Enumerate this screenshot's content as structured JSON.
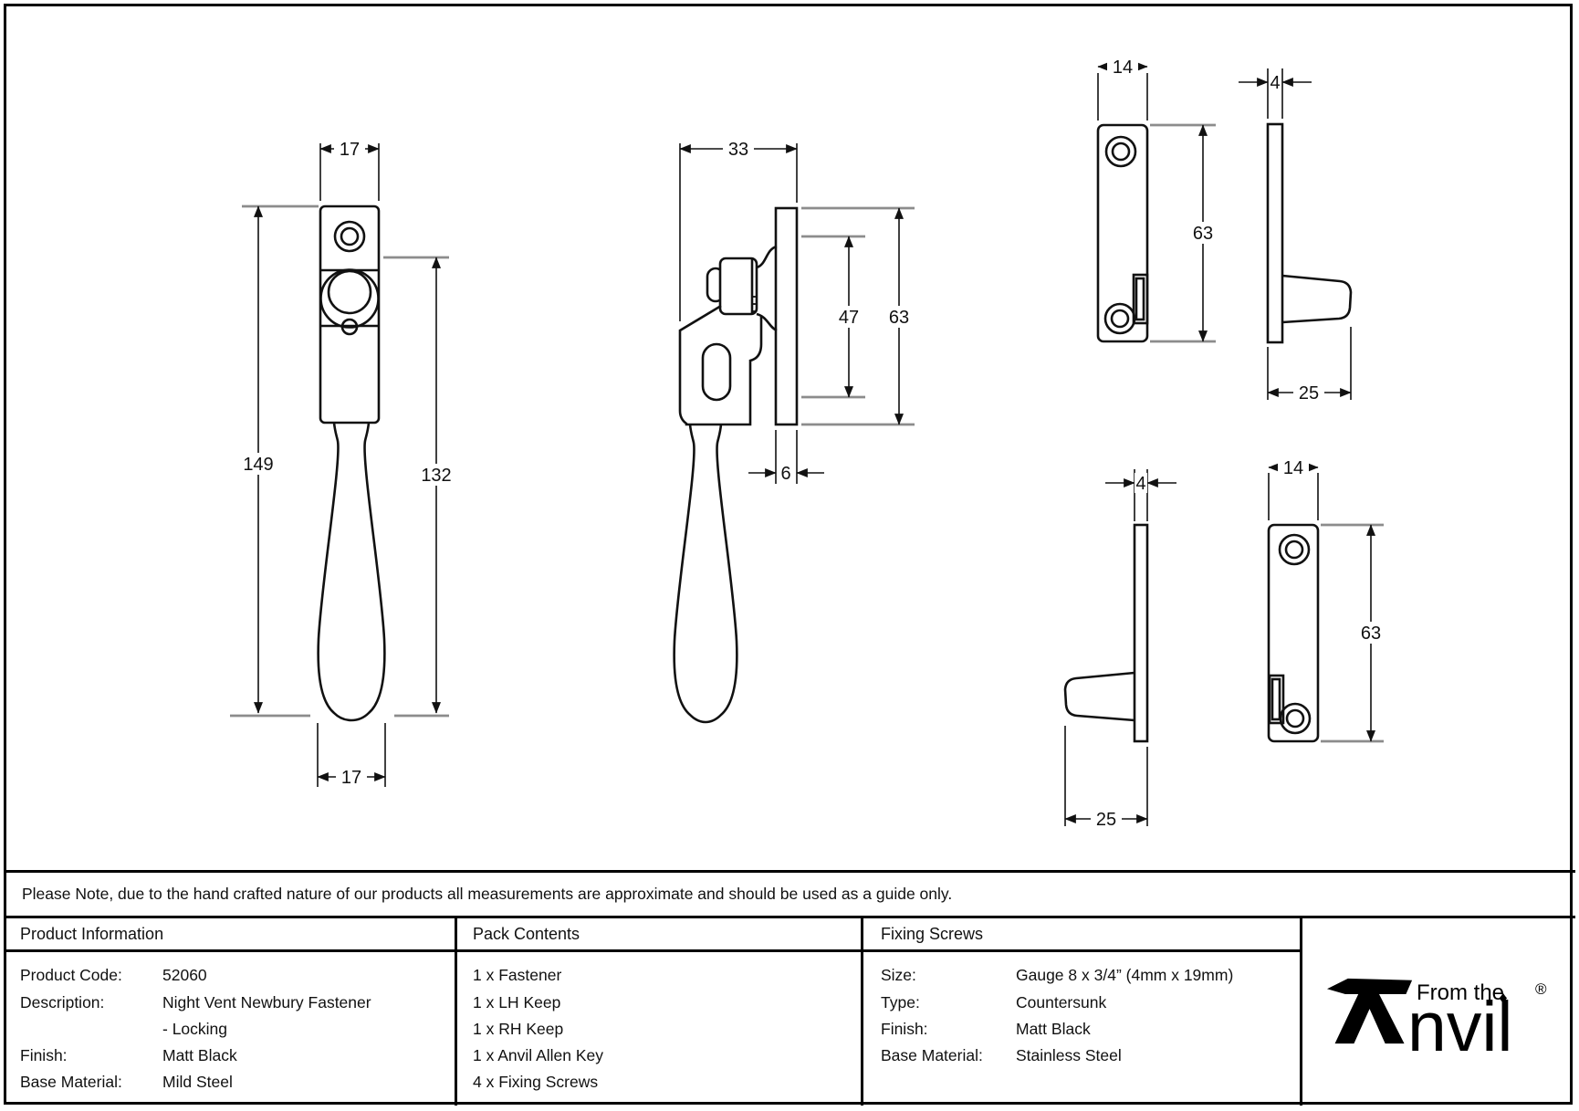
{
  "note": "Please Note, due to the hand crafted nature of our products all measurements are approximate and should be used as a guide only.",
  "table": {
    "product_information": {
      "header": "Product Information",
      "rows": [
        {
          "label": "Product Code:",
          "value": "52060"
        },
        {
          "label": "Description:",
          "value": "Night Vent Newbury Fastener"
        },
        {
          "label": "",
          "value": "- Locking"
        },
        {
          "label": "Finish:",
          "value": "Matt Black"
        },
        {
          "label": "Base Material:",
          "value": "Mild Steel"
        }
      ]
    },
    "pack_contents": {
      "header": "Pack Contents",
      "items": [
        "1 x Fastener",
        "1 x LH Keep",
        "1 x RH Keep",
        "1 x Anvil Allen Key",
        "4 x Fixing Screws"
      ]
    },
    "fixing_screws": {
      "header": "Fixing Screws",
      "rows": [
        {
          "label": "Size:",
          "value": "Gauge 8 x 3/4” (4mm x 19mm)"
        },
        {
          "label": "Type:",
          "value": "Countersunk"
        },
        {
          "label": "Finish:",
          "value": "Matt Black"
        },
        {
          "label": "Base Material:",
          "value": "Stainless Steel"
        }
      ]
    }
  },
  "logo": {
    "prefix": "From the",
    "brand_rest": "nvil",
    "diamond": "♦",
    "registered": "®"
  },
  "dims": {
    "front_width_top": "17",
    "front_height": "149",
    "front_body_height": "132",
    "front_width_bottom": "17",
    "side_depth": "33",
    "side_engage_height": "47",
    "side_plate_height": "63",
    "side_plate_thickness": "6",
    "keep1_width": "14",
    "keep1_height": "63",
    "keep1_thickness": "4",
    "keep1_depth": "25",
    "keep2_thickness": "4",
    "keep2_width": "14",
    "keep2_height": "63",
    "keep2_depth": "25"
  },
  "colors": {
    "line": "#111111",
    "tick": "#8c8c8c",
    "background": "#ffffff"
  }
}
